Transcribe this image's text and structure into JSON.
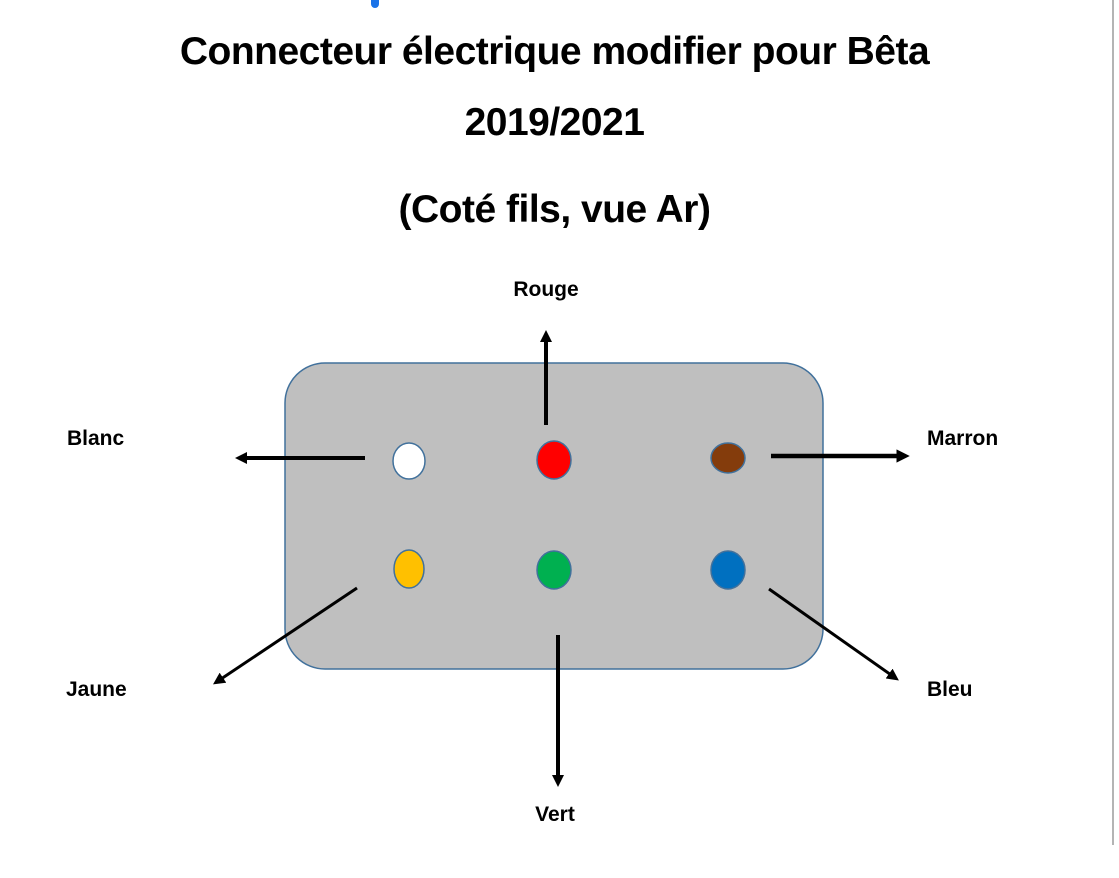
{
  "title": {
    "line1": "Connecteur électrique modifier pour Bêta",
    "line2": "2019/2021",
    "subtitle": "(Coté fils, vue Ar)"
  },
  "connector": {
    "body_color": "#BFBFBF",
    "outline_color": "#41719C"
  },
  "wires": [
    {
      "id": "blanc",
      "label": "Blanc",
      "color": "#FFFFFF",
      "position": "top-left"
    },
    {
      "id": "rouge",
      "label": "Rouge",
      "color": "#FF0000",
      "position": "top-center"
    },
    {
      "id": "marron",
      "label": "Marron",
      "color": "#843C0C",
      "position": "top-right"
    },
    {
      "id": "jaune",
      "label": "Jaune",
      "color": "#FFC000",
      "position": "bottom-left"
    },
    {
      "id": "vert",
      "label": "Vert",
      "color": "#00B050",
      "position": "bottom-center"
    },
    {
      "id": "bleu",
      "label": "Bleu",
      "color": "#0070C0",
      "position": "bottom-right"
    }
  ]
}
